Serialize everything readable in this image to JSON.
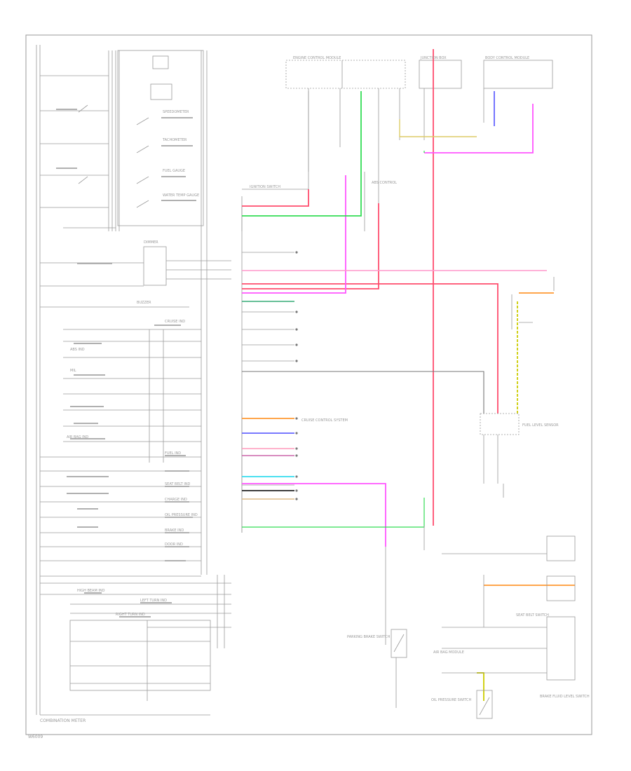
{
  "diagram": {
    "footer_label": "COMBINATION METER",
    "corner_code": "W6009",
    "colors": {
      "wire_red": "#ff4d6d",
      "wire_pink": "#ff55ff",
      "wire_green": "#33dd55",
      "wire_yellow": "#cccc00",
      "wire_orange": "#ff9933",
      "wire_blue": "#6666ff",
      "wire_cyan": "#33ddee",
      "wire_black": "#222222",
      "wire_tan": "#ddbb88",
      "line_gray": "#9a9a9a"
    },
    "meter_labels": [
      "SPEEDOMETER",
      "TACHOMETER",
      "FUEL GAUGE",
      "WATER TEMP GAUGE",
      "DIMMER",
      "BUZZER",
      "CRUISE IND",
      "ABS IND",
      "MIL",
      "FUEL IND",
      "AIR BAG IND",
      "SEAT BELT IND",
      "OIL PRESSURE IND",
      "CHARGE IND",
      "BRAKE IND",
      "DOOR IND",
      "HIGH BEAM IND",
      "LEFT TURN IND",
      "RIGHT TURN IND"
    ],
    "right_labels": [
      "IGNITION SWITCH",
      "ENGINE CONTROL MODULE",
      "ABS CONTROL",
      "JUNCTION BOX",
      "BODY CONTROL MODULE",
      "FUEL LEVEL SENSOR",
      "OIL PRESSURE SWITCH",
      "BRAKE FLUID LEVEL SWITCH",
      "PARKING BRAKE SWITCH",
      "AIR BAG MODULE",
      "CRUISE CONTROL SYSTEM",
      "SEAT BELT SWITCH"
    ]
  }
}
